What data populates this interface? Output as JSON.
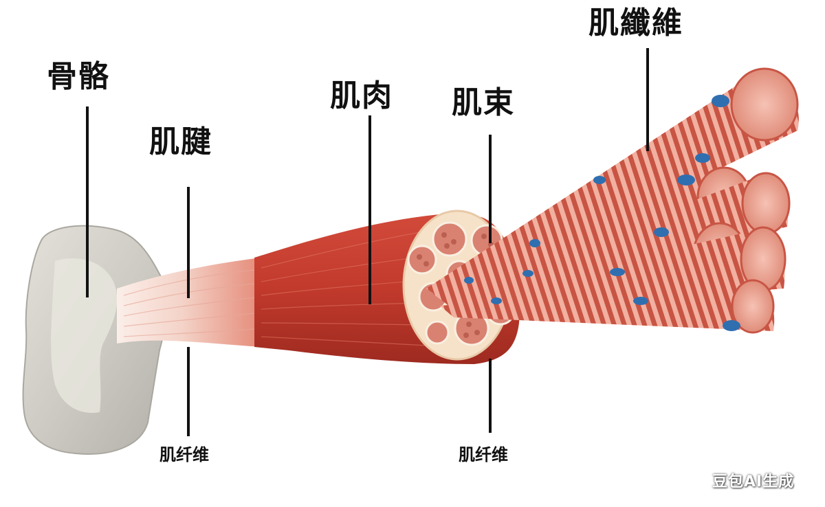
{
  "labels": {
    "bone": "骨骼",
    "tendon": "肌腱",
    "muscle": "肌肉",
    "fascicle": "肌束",
    "fiber_top": "肌纖維",
    "fiber_bottom_left": "肌纤维",
    "fiber_bottom_right": "肌纤维"
  },
  "watermark": "豆包AI生成",
  "colors": {
    "bone": "#c9c7bf",
    "bone_highlight": "#e9e7df",
    "tendon": "#f2d7cf",
    "muscle": "#c9382c",
    "muscle_dark": "#a62a22",
    "fascicle_sheath": "#f6e4cc",
    "fiber_light": "#f3b3a4",
    "fiber_dark": "#c85545",
    "nucleus": "#2f6fb0",
    "label": "#111111"
  }
}
